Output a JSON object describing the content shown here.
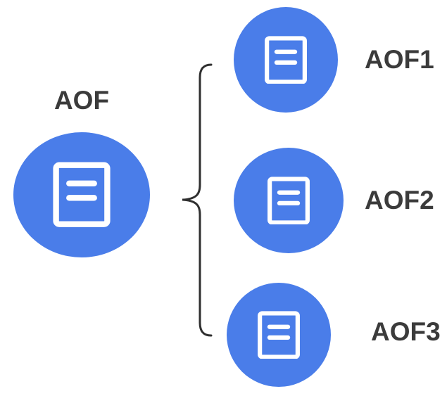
{
  "diagram": {
    "source": {
      "label": "AOF",
      "icon": "document-icon"
    },
    "targets": [
      {
        "label": "AOF1",
        "icon": "document-icon"
      },
      {
        "label": "AOF2",
        "icon": "document-icon"
      },
      {
        "label": "AOF3",
        "icon": "document-icon"
      }
    ],
    "connector": {
      "type": "curly-brace",
      "direction": "left-to-right"
    },
    "colors": {
      "accent": "#4a7de9",
      "icon_stroke": "#ffffff",
      "text": "#3b3b3b",
      "line": "#2f2f2f",
      "background": "#ffffff"
    }
  }
}
